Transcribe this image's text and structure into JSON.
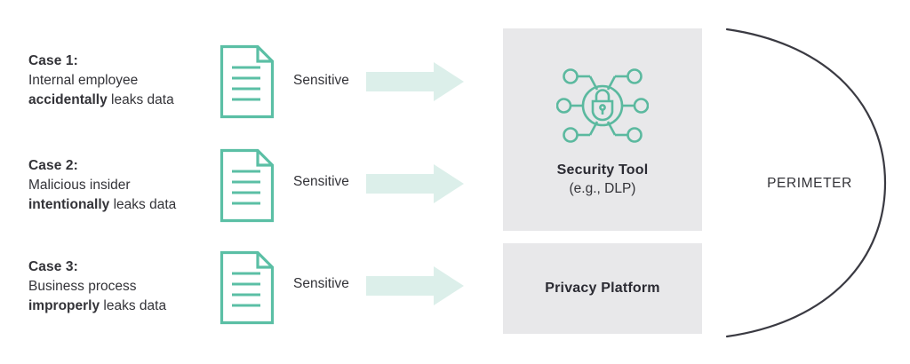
{
  "colors": {
    "doc_outline": "#5bbfa5",
    "doc_lines": "#5bbfa5",
    "arrow_fill": "#dcefea",
    "box_background": "#e8e8ea",
    "icon_teal": "#5bb99f",
    "text_dark": "#333338",
    "arc_stroke": "#3a3a42",
    "page_background": "#ffffff"
  },
  "cases": [
    {
      "title": "Case 1:",
      "line1": "Internal employee",
      "emphasis": "accidentally",
      "line2_tail": " leaks data",
      "doc_icon": "document-icon",
      "flow_label": "Sensitive",
      "arrow_icon": "right-arrow-icon"
    },
    {
      "title": "Case 2:",
      "line1": "Malicious insider",
      "emphasis": "intentionally",
      "line2_tail": " leaks data",
      "doc_icon": "document-icon",
      "flow_label": "Sensitive",
      "arrow_icon": "right-arrow-icon"
    },
    {
      "title": "Case 3:",
      "line1": "Business process",
      "emphasis": "improperly",
      "line2_tail": " leaks data",
      "doc_icon": "document-icon",
      "flow_label": "Sensitive",
      "arrow_icon": "right-arrow-icon"
    }
  ],
  "security_box": {
    "icon": "network-lock-icon",
    "title": "Security Tool",
    "subtitle": "(e.g., DLP)"
  },
  "privacy_box": {
    "title": "Privacy Platform"
  },
  "perimeter": {
    "label": "PERIMETER",
    "arc_icon": "perimeter-arc-icon"
  }
}
